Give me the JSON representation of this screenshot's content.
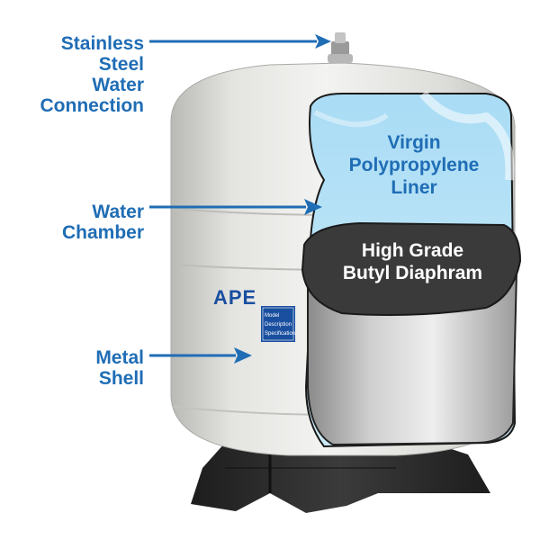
{
  "colors": {
    "callout_blue": "#1f6db5",
    "shell_white": "#e9e9e6",
    "liner_blue": "#bfe4f7",
    "diaphragm_dark": "#3a3a3a",
    "base_black": "#2a2a2a",
    "plate_blue": "#1a4fa0"
  },
  "callouts": {
    "connection": {
      "lines": [
        "Stainless",
        "Steel",
        "Water",
        "Connection"
      ]
    },
    "water_chamber": {
      "lines": [
        "Water",
        "Chamber"
      ]
    },
    "metal_shell": {
      "lines": [
        "Metal",
        "Shell"
      ]
    }
  },
  "inner_labels": {
    "liner": {
      "lines": [
        "Virgin",
        "Polypropylene",
        "Liner"
      ]
    },
    "diaphragm": {
      "lines": [
        "High Grade",
        "Butyl Diaphram"
      ]
    }
  },
  "brand_text": "APE",
  "plate": {
    "lines": [
      "Model",
      "Description",
      "Specification"
    ]
  }
}
